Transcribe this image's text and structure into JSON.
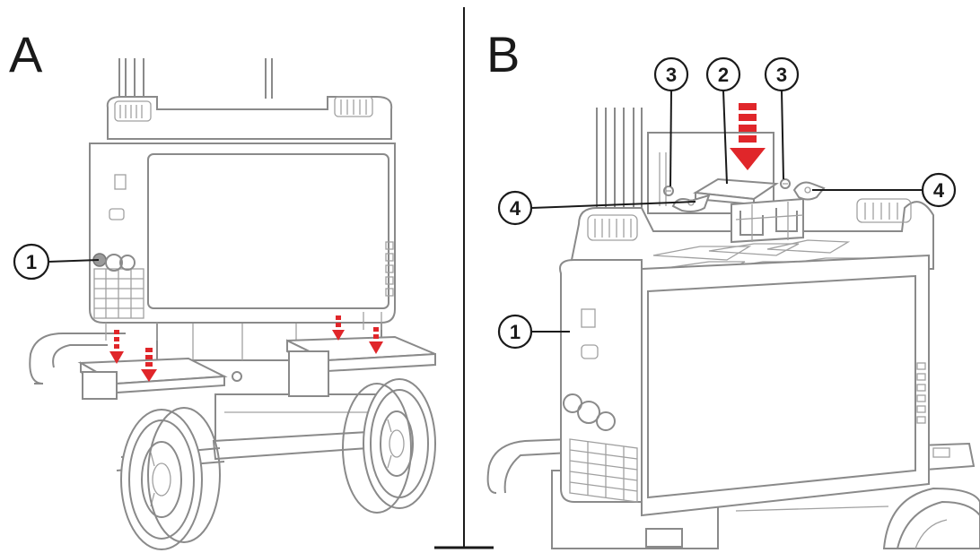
{
  "panels": [
    {
      "letter": "A",
      "callouts": [
        "1"
      ]
    },
    {
      "letter": "B",
      "callouts": [
        "3",
        "2",
        "3",
        "4",
        "4",
        "1"
      ]
    }
  ],
  "colors": {
    "line": "#8a8a8a",
    "arrow": "#e0262a",
    "callout": "#1a1a1a"
  }
}
